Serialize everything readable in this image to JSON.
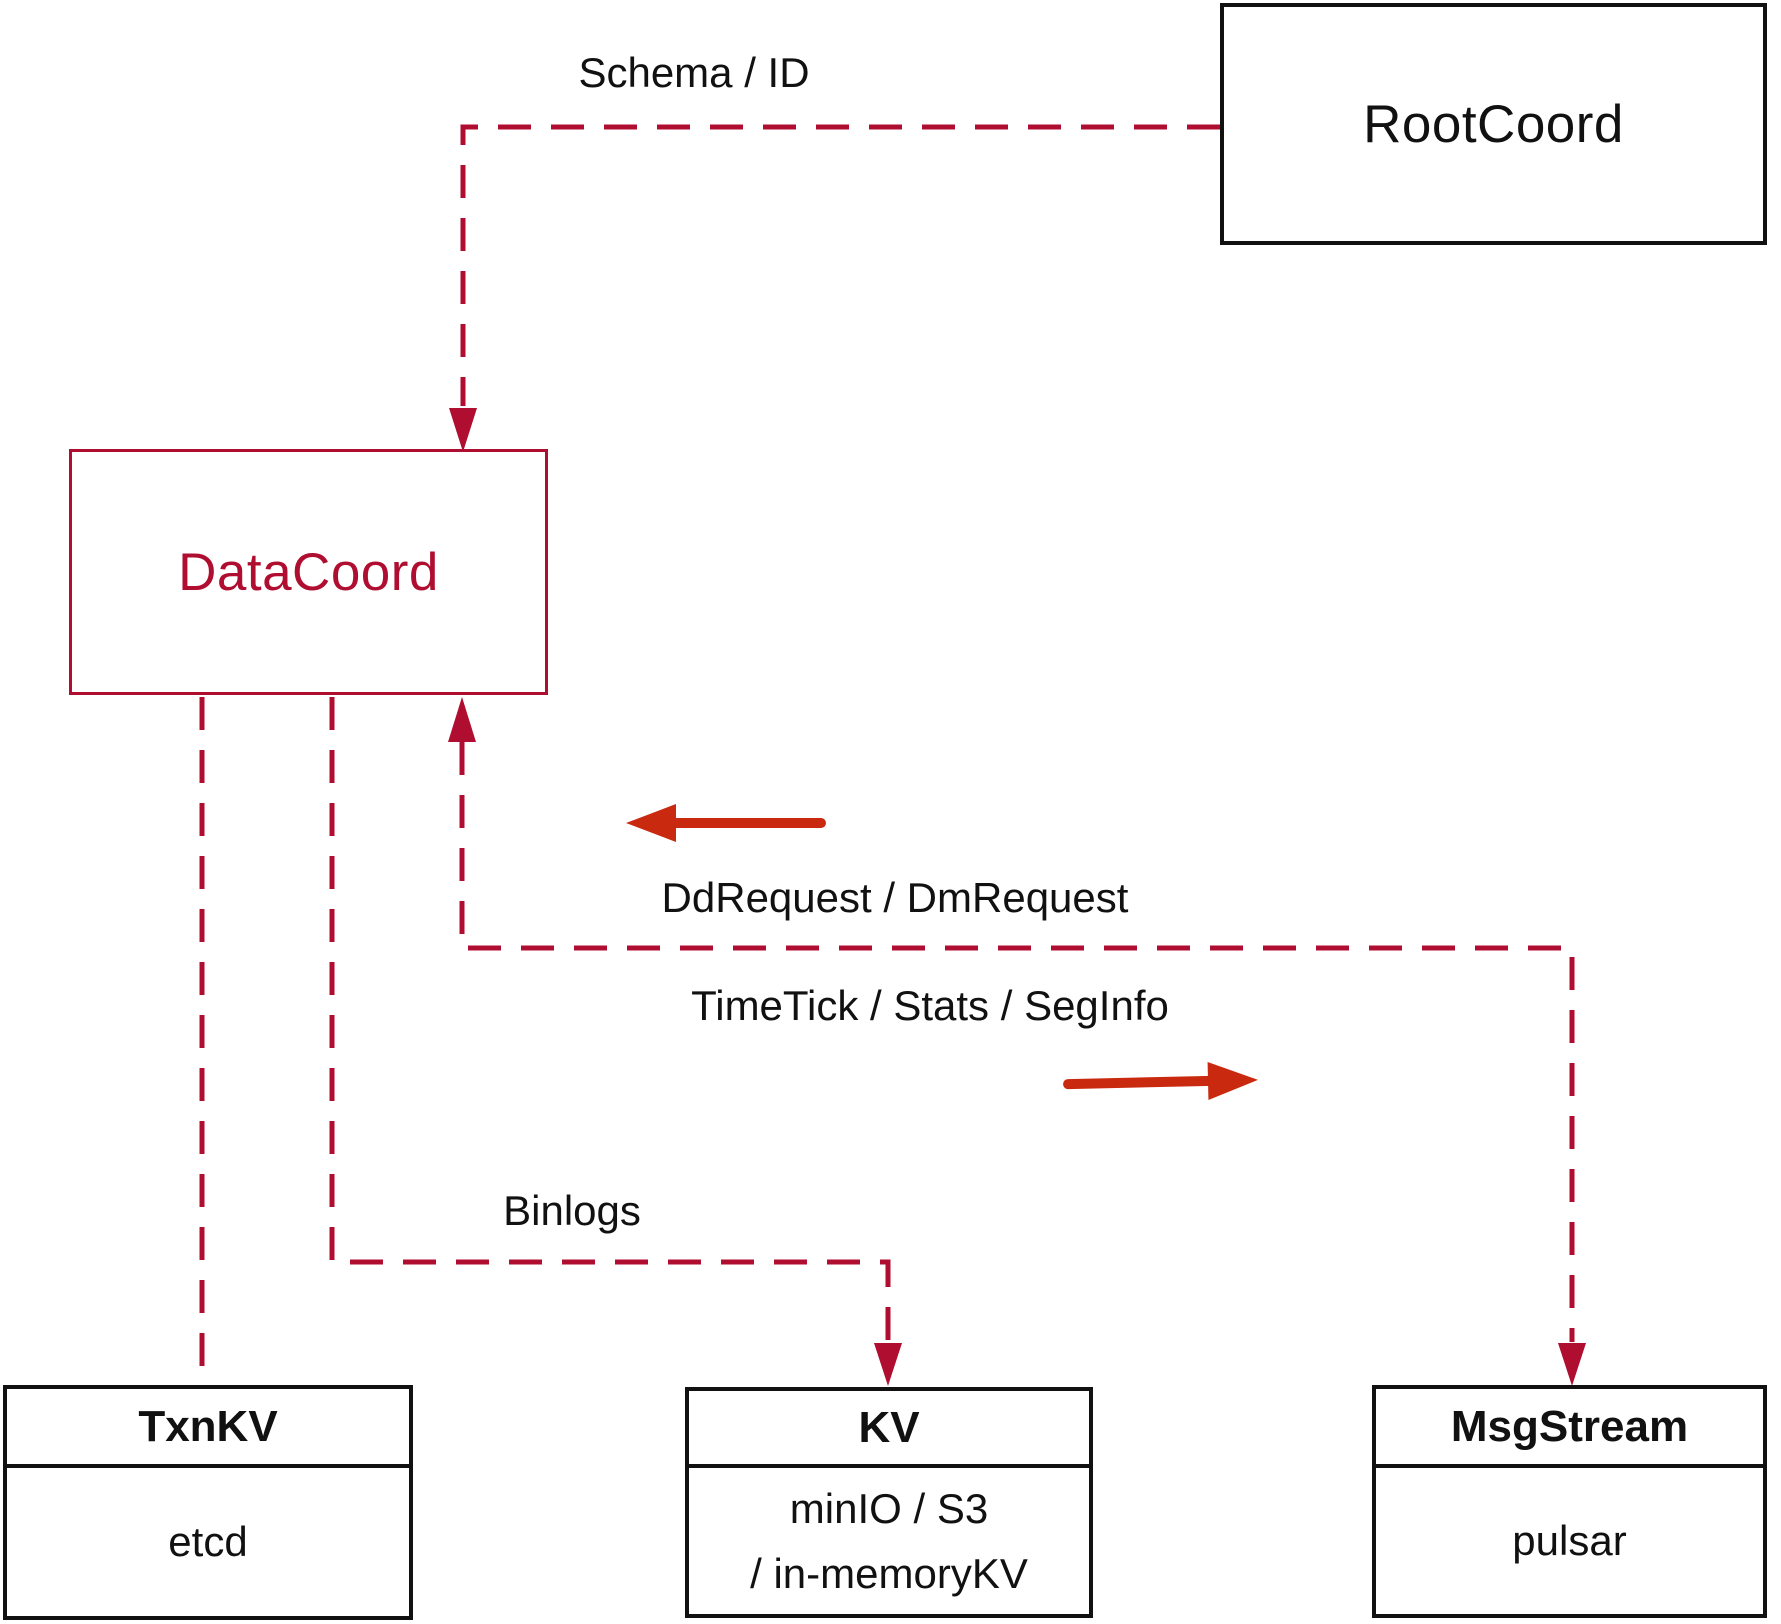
{
  "colors": {
    "edge_crimson": "#b00e31",
    "solid_arrow_red": "#c9290e",
    "box_border_black": "#111111"
  },
  "nodes": {
    "rootcoord": {
      "label": "RootCoord"
    },
    "datacoord": {
      "label": "DataCoord"
    },
    "txnkv": {
      "header": "TxnKV",
      "body": "etcd"
    },
    "kv": {
      "header": "KV",
      "body_lines": [
        "minIO / S3",
        "/ in-memoryKV"
      ]
    },
    "msgstream": {
      "header": "MsgStream",
      "body": "pulsar"
    }
  },
  "edges": {
    "schema_id_label": "Schema / ID",
    "dd_dm_label": "DdRequest / DmRequest",
    "timetick_label": "TimeTick / Stats / SegInfo",
    "binlogs_label": "Binlogs"
  }
}
